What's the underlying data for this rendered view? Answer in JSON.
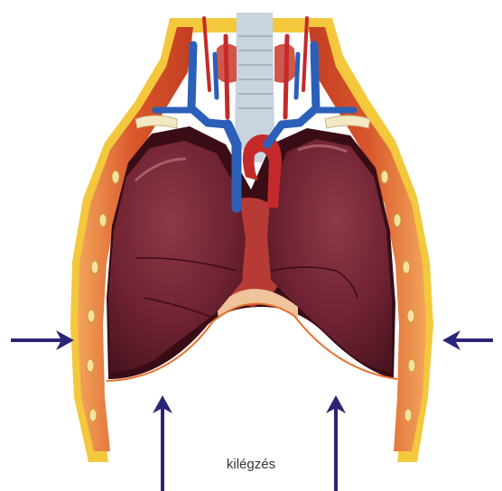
{
  "caption": "kilégzés",
  "colors": {
    "arrow": "#2a2578",
    "chest_wall": "#e8702e",
    "fat_layer": "#f3c83c",
    "lung": "#7a2a38",
    "lung_dark": "#4f1522",
    "vessel_blue": "#2b5fb8",
    "vessel_red": "#c52a2a",
    "trachea": "#c8d4df",
    "diaphragm_line": "#e8702e"
  },
  "arrows": [
    {
      "id": "left",
      "direction": "right"
    },
    {
      "id": "right",
      "direction": "left"
    },
    {
      "id": "bottom-left",
      "direction": "up"
    },
    {
      "id": "bottom-right",
      "direction": "up"
    }
  ]
}
